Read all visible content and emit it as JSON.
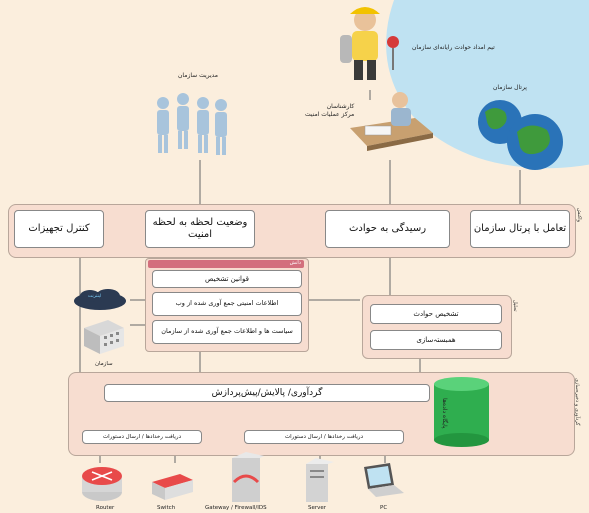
{
  "top": {
    "incident_team": "تیم امداد حوادث رایانه‌ای سازمان",
    "management": "مدیریت سازمان",
    "experts": "کارشناسان\nمرکز عملیات امنیت",
    "portal": "پرتال سازمان"
  },
  "reaction_layer": {
    "side_label": "واکنش",
    "boxes": [
      "کنترل تجهیزات",
      "وضعیت لحظه به لحظه امنیت",
      "رسیدگی به حوادث",
      "تعامل با پرتال سازمان"
    ]
  },
  "knowledge_layer": {
    "header": "دانش",
    "items": [
      "قوانین تشخیص",
      "اطلاعات امنیتی جمع آوری شده از وب",
      "سیاست ها و اطلاعات جمع آوری شده از سازمان"
    ],
    "internet_label": "اینترنت",
    "org_label": "سازمان"
  },
  "analysis_layer": {
    "side_label": "تحلیل",
    "items": [
      "تشخیص حوادث",
      "همبستہ‌سازی"
    ]
  },
  "collection_layer": {
    "side_label": "گردآوری و ذخیره‌سازی",
    "main": "گردآوری/ پالایش/پیش‌پردازش",
    "database": "پایگاه داده‌ها",
    "receive_left": "دریافت رخدادها / ارسال دستورات",
    "receive_right": "دریافت رخدادها / ارسال دستورات"
  },
  "devices": [
    {
      "label": "Router",
      "icon": "router-icon"
    },
    {
      "label": "Switch",
      "icon": "switch-icon"
    },
    {
      "label": "Gateway / Firewall/IDS",
      "icon": "firewall-icon"
    },
    {
      "label": "Server",
      "icon": "server-icon"
    },
    {
      "label": "PC",
      "icon": "laptop-icon"
    }
  ],
  "colors": {
    "background": "#fbeedd",
    "band": "#f7ddd0",
    "knowledge_header": "#d36f7d",
    "database": "#2fae4f",
    "globe_water": "#2a73b8",
    "globe_land": "#3f9a3c"
  }
}
